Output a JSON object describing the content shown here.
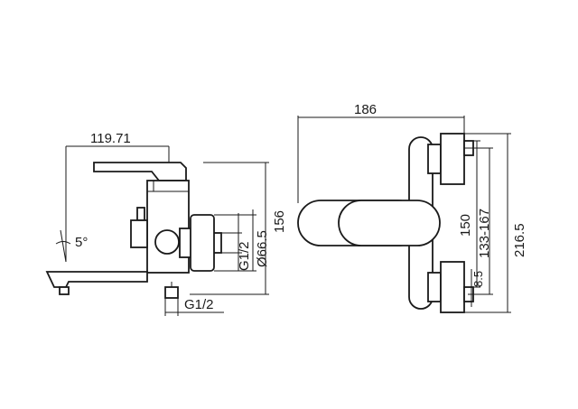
{
  "dimensions": {
    "side_reach": "119.71",
    "angle": "5°",
    "side_height": "156",
    "side_inlet_thread": "G1/2",
    "side_flange_diameter": "Ø66.5",
    "side_bottom_thread": "G1/2",
    "front_width": "186",
    "front_inlet_spacing": "150",
    "front_eccentric_range": "133-167",
    "front_total_height": "216.5",
    "front_offset": "8.5"
  }
}
